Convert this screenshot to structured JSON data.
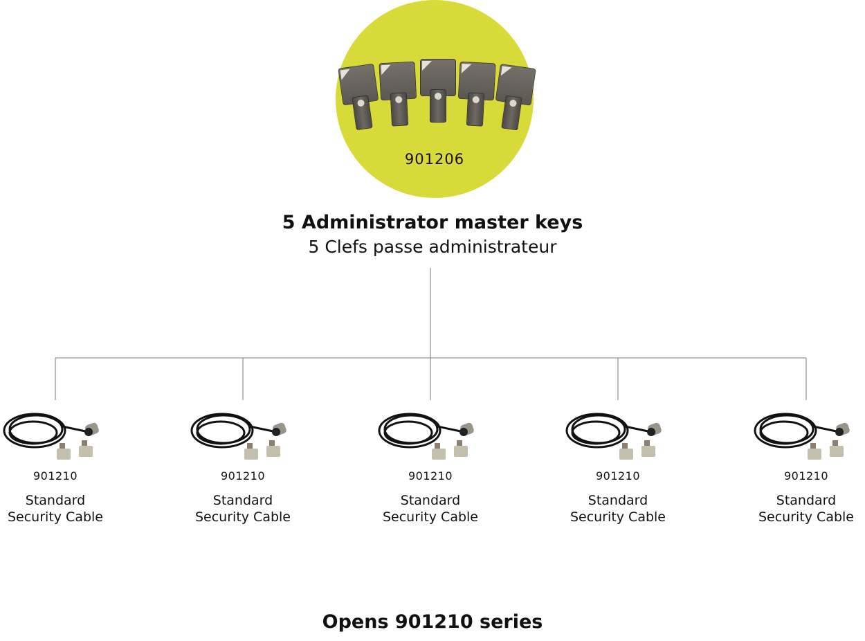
{
  "master": {
    "code": "901206",
    "title": "5 Administrator master keys",
    "subtitle": "5 Clefs passe administrateur",
    "key_count": 5,
    "circle_color": "#d8da3a"
  },
  "products": [
    {
      "code": "901210",
      "line1": "Standard",
      "line2": "Security Cable"
    },
    {
      "code": "901210",
      "line1": "Standard",
      "line2": "Security Cable"
    },
    {
      "code": "901210",
      "line1": "Standard",
      "line2": "Security Cable"
    },
    {
      "code": "901210",
      "line1": "Standard",
      "line2": "Security Cable"
    },
    {
      "code": "901210",
      "line1": "Standard",
      "line2": "Security Cable"
    }
  ],
  "footer": "Opens 901210 series"
}
